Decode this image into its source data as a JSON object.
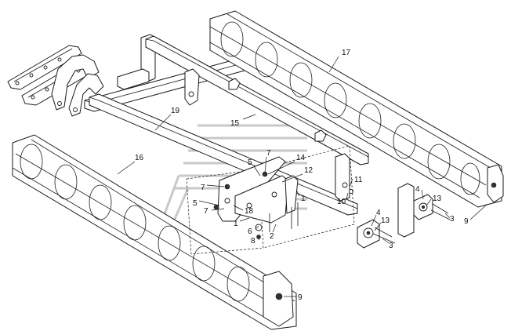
{
  "diagram": {
    "callouts": [
      {
        "id": "c17",
        "text": "17"
      },
      {
        "id": "c19",
        "text": "19"
      },
      {
        "id": "c15",
        "text": "15"
      },
      {
        "id": "c16",
        "text": "16"
      },
      {
        "id": "c7a",
        "text": "7"
      },
      {
        "id": "c5a",
        "text": "5"
      },
      {
        "id": "c14",
        "text": "14"
      },
      {
        "id": "c12",
        "text": "12"
      },
      {
        "id": "c7b",
        "text": "7"
      },
      {
        "id": "c5b",
        "text": "5"
      },
      {
        "id": "c7c",
        "text": "7"
      },
      {
        "id": "c18",
        "text": "18"
      },
      {
        "id": "c1a",
        "text": "1"
      },
      {
        "id": "c1b",
        "text": "1"
      },
      {
        "id": "c6",
        "text": "6"
      },
      {
        "id": "c2",
        "text": "2"
      },
      {
        "id": "c8",
        "text": "8"
      },
      {
        "id": "c11",
        "text": "11"
      },
      {
        "id": "c10",
        "text": "10"
      },
      {
        "id": "c4a",
        "text": "4"
      },
      {
        "id": "c13a",
        "text": "13"
      },
      {
        "id": "c3a",
        "text": "3"
      },
      {
        "id": "c9a",
        "text": "9"
      },
      {
        "id": "c4b",
        "text": "4"
      },
      {
        "id": "c13b",
        "text": "13"
      },
      {
        "id": "c3b",
        "text": "3"
      },
      {
        "id": "c9b",
        "text": "9"
      }
    ]
  }
}
